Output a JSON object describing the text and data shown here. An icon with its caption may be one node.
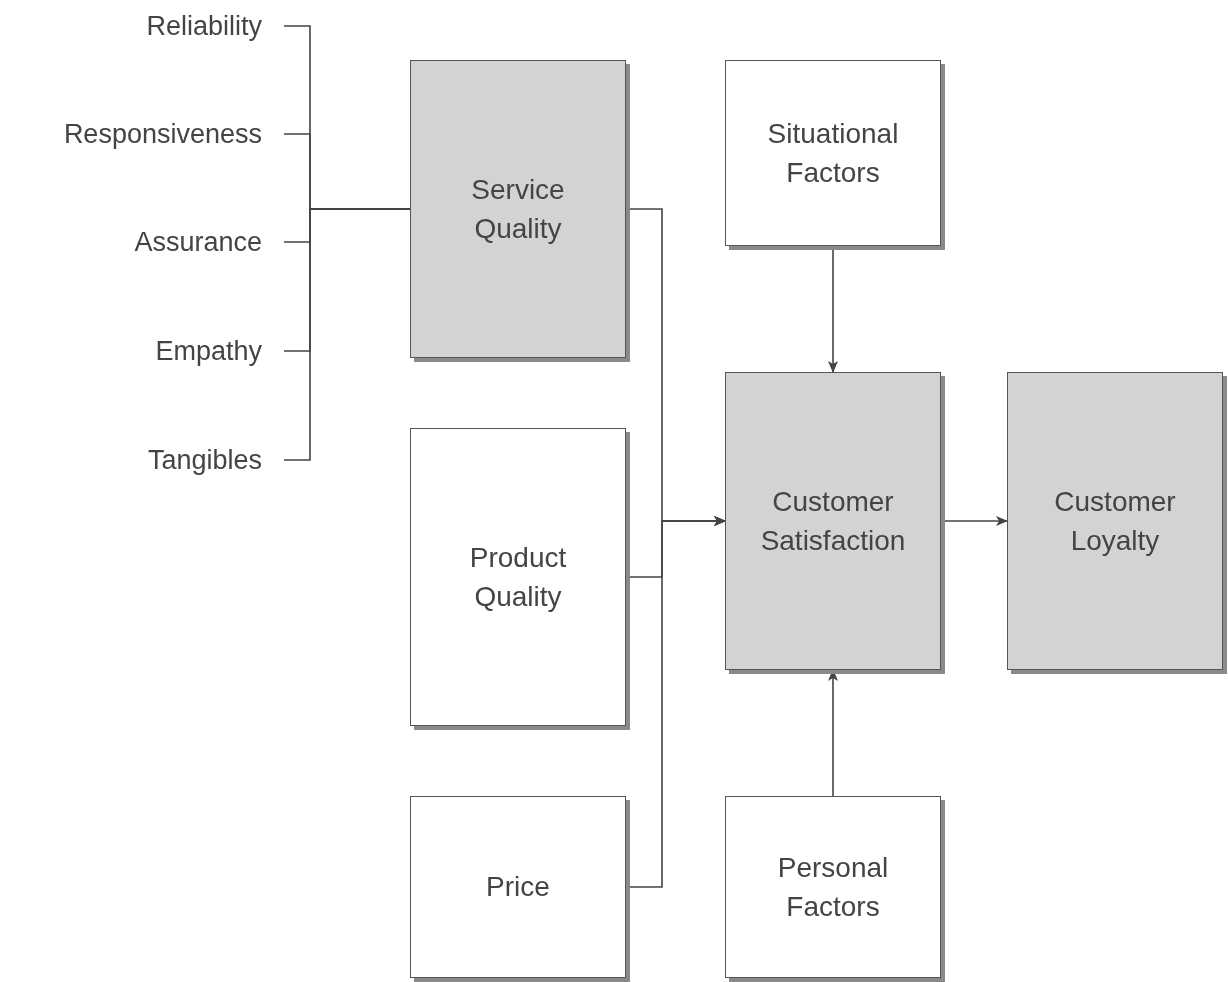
{
  "diagram": {
    "nodes": [
      {
        "text": [
          "Reliability"
        ]
      },
      {
        "text": [
          "Responsiveness"
        ]
      },
      {
        "text": [
          "Assurance"
        ]
      },
      {
        "text": [
          "Empathy"
        ]
      },
      {
        "text": [
          "Tangibles"
        ]
      },
      {
        "text": [
          "Service Quality"
        ]
      },
      {
        "text": [
          "Situational Factors"
        ]
      },
      {
        "text": [
          "Product Quality"
        ]
      },
      {
        "text": [
          "Customer Satisfaction"
        ]
      },
      {
        "text": [
          "Customer Loyalty"
        ]
      },
      {
        "text": [
          "Price"
        ]
      },
      {
        "text": [
          "Personal Factors"
        ]
      }
    ],
    "edges": [
      {
        "from": 0,
        "to": 5,
        "arrow": "none"
      },
      {
        "from": 1,
        "to": 5,
        "arrow": "none"
      },
      {
        "from": 2,
        "to": 5,
        "arrow": "none"
      },
      {
        "from": 3,
        "to": 5,
        "arrow": "none"
      },
      {
        "from": 4,
        "to": 5,
        "arrow": "none"
      },
      {
        "from": 5,
        "to": 8,
        "arrow": "to"
      },
      {
        "from": 7,
        "to": 8,
        "arrow": "to"
      },
      {
        "from": 10,
        "to": 8,
        "arrow": "to"
      },
      {
        "from": 6,
        "to": 8,
        "arrow": "to"
      },
      {
        "from": 11,
        "to": 8,
        "arrow": "to"
      },
      {
        "from": 8,
        "to": 9,
        "arrow": "to"
      }
    ]
  }
}
